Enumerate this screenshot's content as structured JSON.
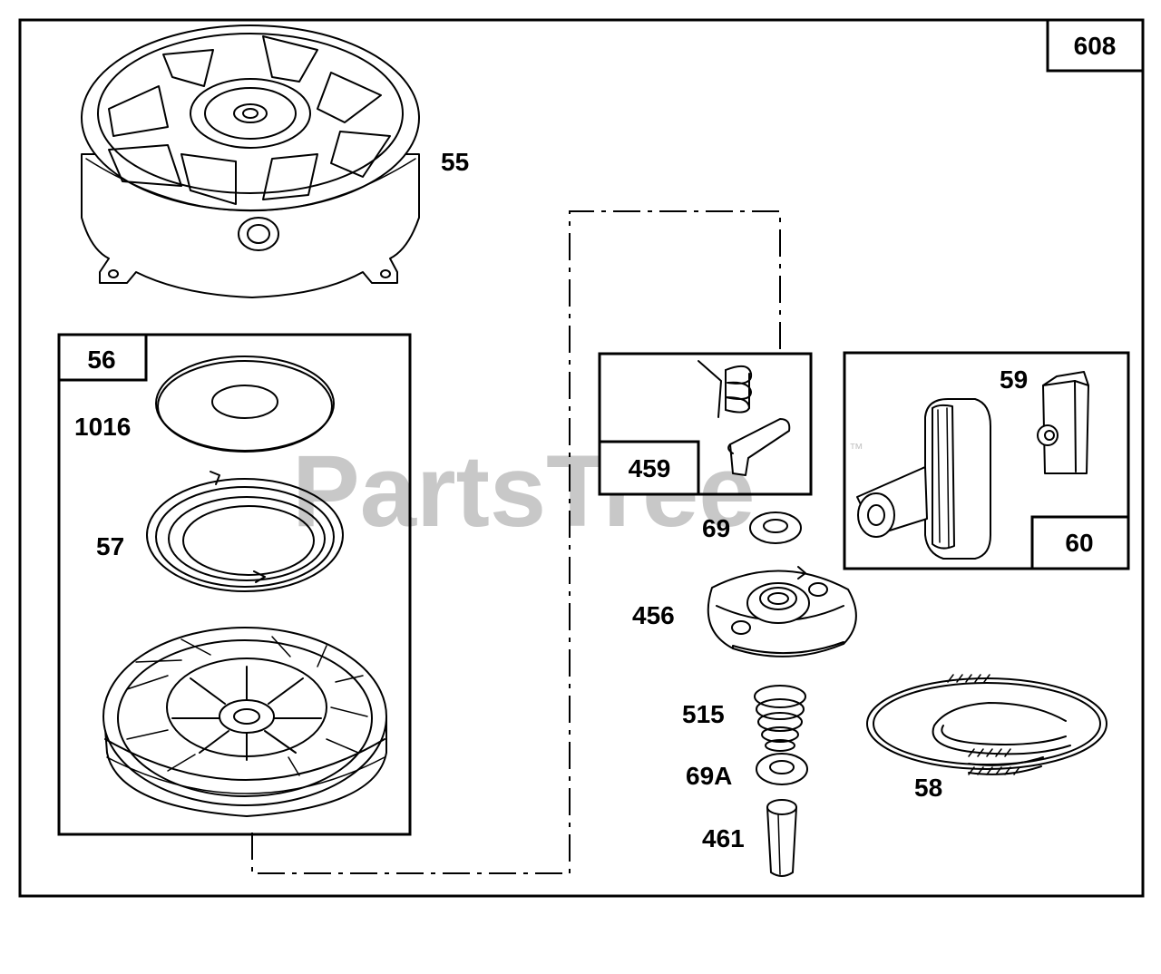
{
  "diagram": {
    "assembly_number": "608",
    "watermark": "PartsTree",
    "watermark_mark": "™",
    "groups": [
      {
        "id": "56",
        "label": "56"
      },
      {
        "id": "459",
        "label": "459"
      },
      {
        "id": "60",
        "label": "60"
      }
    ],
    "parts": [
      {
        "id": "55",
        "label": "55",
        "shape": "blower-housing-icon"
      },
      {
        "id": "1016",
        "label": "1016",
        "shape": "washer-disc-icon"
      },
      {
        "id": "57",
        "label": "57",
        "shape": "rewind-spring-icon"
      },
      {
        "id": "pulley",
        "label": "",
        "shape": "starter-pulley-icon"
      },
      {
        "id": "59",
        "label": "59",
        "shape": "handle-insert-icon"
      },
      {
        "id": "69",
        "label": "69",
        "shape": "washer-icon"
      },
      {
        "id": "456",
        "label": "456",
        "shape": "ratchet-plate-icon"
      },
      {
        "id": "515",
        "label": "515",
        "shape": "compression-spring-icon"
      },
      {
        "id": "69A",
        "label": "69A",
        "shape": "washer-icon"
      },
      {
        "id": "461",
        "label": "461",
        "shape": "spring-pin-icon"
      },
      {
        "id": "58",
        "label": "58",
        "shape": "starter-rope-icon"
      }
    ]
  }
}
